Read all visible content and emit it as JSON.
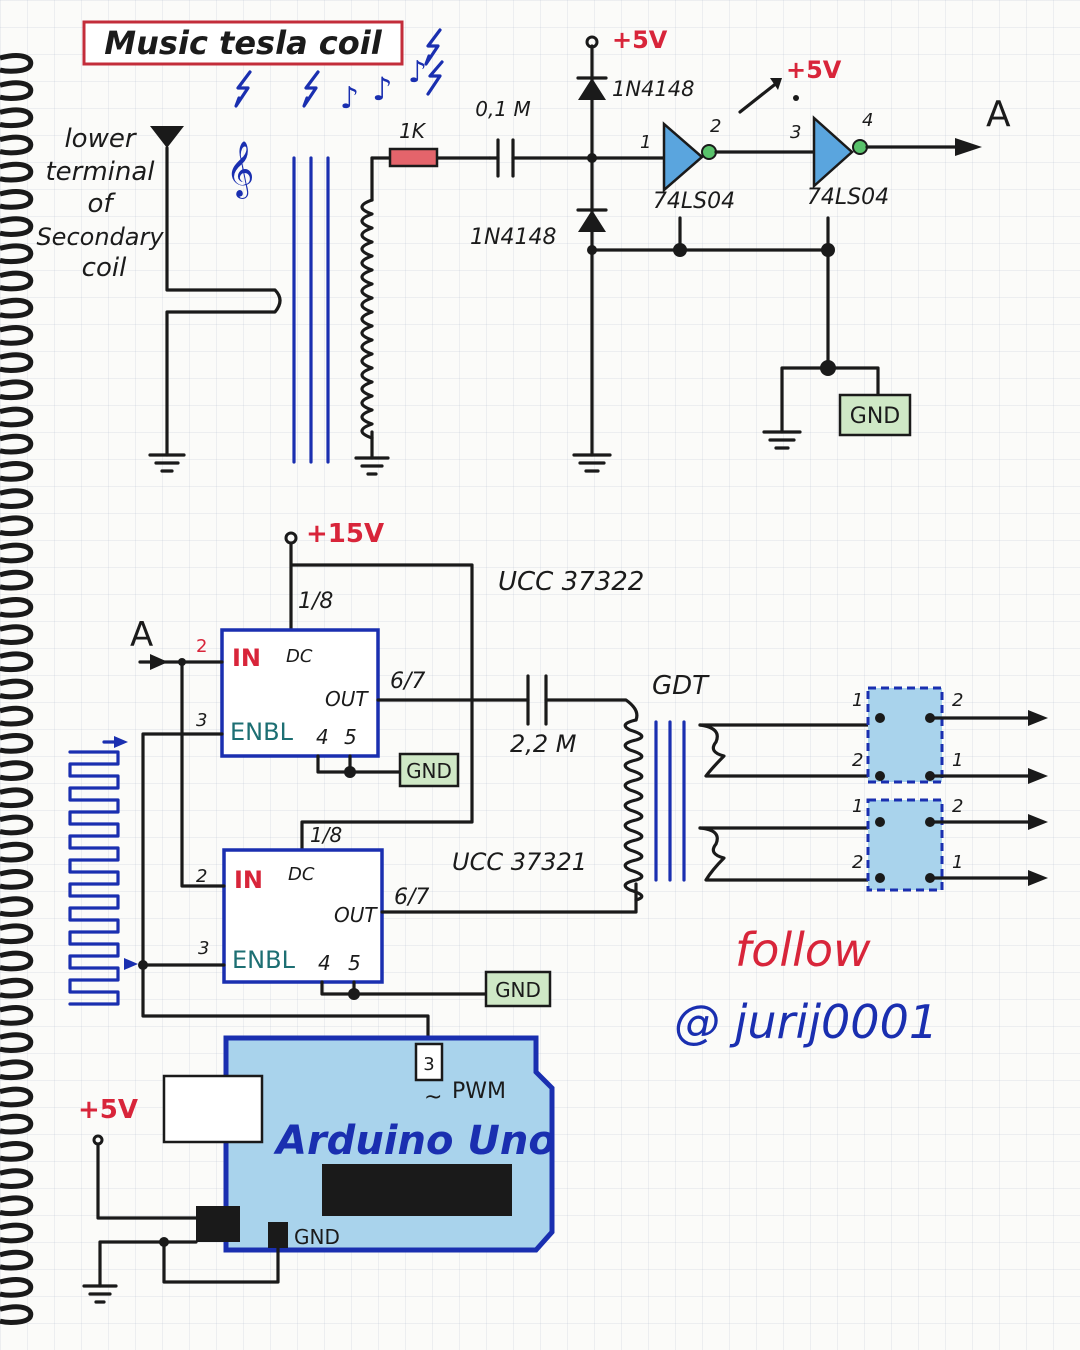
{
  "title": "Music tesla coil",
  "lower_terminal_label": [
    "lower",
    "terminal",
    "of",
    "Secondary",
    "coil"
  ],
  "top": {
    "resistor": "1K",
    "cap": "0,1 M",
    "diode_upper": "1N4148",
    "diode_lower": "1N4148",
    "vcc1": "+5V",
    "vcc2": "+5V",
    "inv1": "74LS04",
    "inv2": "74LS04",
    "pin1": "1",
    "pin2": "2",
    "pin3": "3",
    "pin4": "4",
    "out_label": "A",
    "gnd_box": "GND"
  },
  "drivers": {
    "vcc": "+15V",
    "u1_name": "UCC 37322",
    "u2_name": "UCC 37321",
    "in_label": "A",
    "pin_dc": "1/8",
    "pin_in": "2",
    "pin_enbl": "3",
    "pin_out": "6/7",
    "pin_gnd4": "4",
    "pin_gnd5": "5",
    "lbl_in": "IN",
    "lbl_dc": "DC",
    "lbl_out": "OUT",
    "lbl_enbl": "ENBL",
    "cap": "2,2 M",
    "gdt": "GDT",
    "gnd_box": "GND",
    "igbt_pin1": "1",
    "igbt_pin2": "2"
  },
  "arduino": {
    "name": "Arduino Uno",
    "pin": "3",
    "pwm": "PWM",
    "pwm_symbol": "~",
    "gnd": "GND",
    "vcc": "+5V"
  },
  "follow": "follow",
  "handle": "@ jurij0001",
  "colors": {
    "ink": "#1b1b1b",
    "red": "#d8253a",
    "blue": "#1a2fb0",
    "teal": "#1d6f73",
    "board": "#a9d3ec",
    "gate": "#5aa5de",
    "gnd_box": "#cfe8c6"
  }
}
